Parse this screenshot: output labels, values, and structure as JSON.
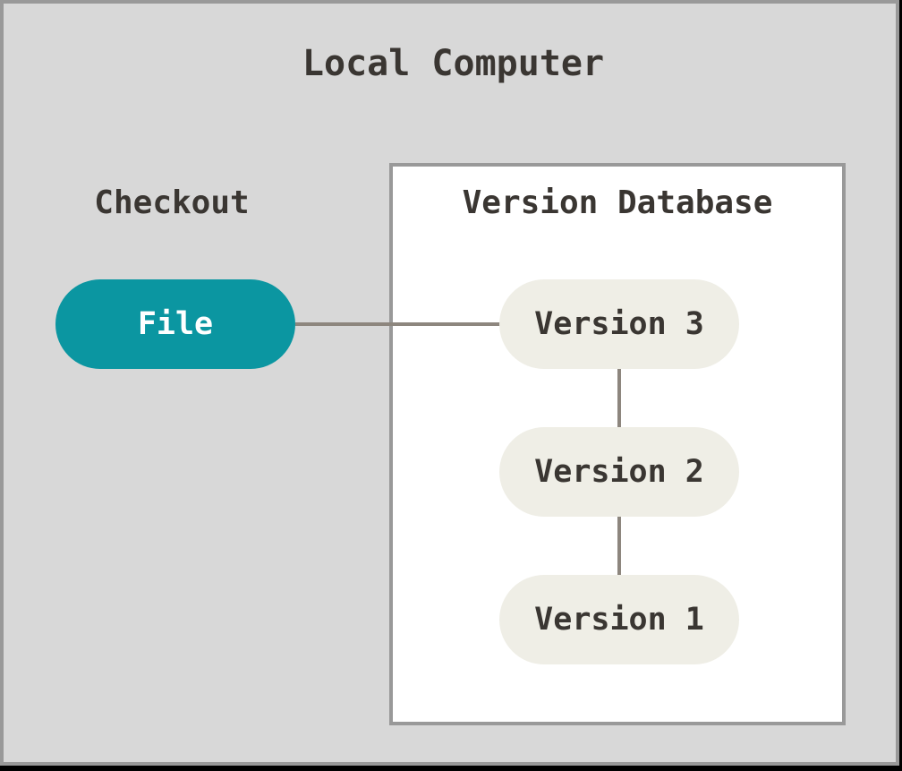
{
  "diagram": {
    "title": "Local Computer",
    "checkout": {
      "label": "Checkout",
      "file_node_label": "File"
    },
    "version_database": {
      "title": "Version Database",
      "versions": [
        "Version 3",
        "Version 2",
        "Version 1"
      ]
    },
    "connections": [
      "File - Version 3",
      "Version 3 - Version 2",
      "Version 2 - Version 1"
    ],
    "colors": {
      "panel_background": "#d8d8d8",
      "panel_border": "#999999",
      "box_background": "#ffffff",
      "box_border": "#999999",
      "file_node_fill": "#0b96a1",
      "file_node_text": "#ffffff",
      "version_node_fill": "#efeee6",
      "text": "#3a3632",
      "connector": "#8d867e"
    }
  }
}
